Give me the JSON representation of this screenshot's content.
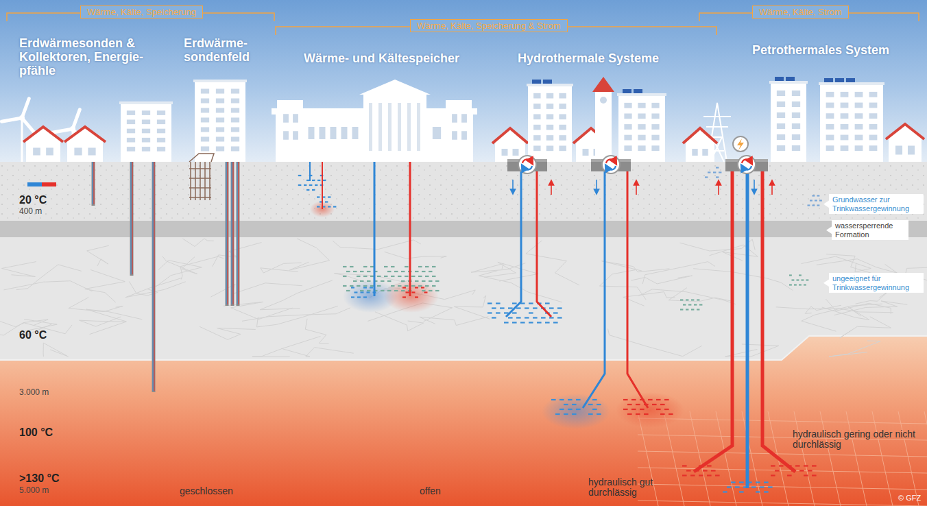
{
  "diagram": {
    "nodes": [
      {
        "text": [
          "Wärme, Kälte, Speicherung"
        ]
      },
      {
        "text": [
          "Wärme, Kälte, Speicherung & Strom"
        ]
      },
      {
        "text": [
          "Wärme, Kälte, Strom"
        ]
      },
      {
        "text": [
          "Grundwasser zur Trinkwassergewinnung"
        ]
      },
      {
        "text": [
          "wassersperrende Formation"
        ]
      },
      {
        "text": [
          "ungeeignet für Trinkwassergewinnung"
        ]
      }
    ],
    "labels": [
      "Erdwärmesonden & Kollektoren, Energie- pfähle",
      "Erdwärme- sondenfeld",
      "Wärme- und Kältespeicher",
      "Hydrothermale Systeme",
      "Petrothermales System",
      "20 °C",
      "400 m",
      "60 °C",
      "3.000 m",
      "100 °C",
      ">130 °C",
      "5.000 m",
      "geschlossen",
      "offen",
      "hydraulisch gut durchlässig",
      "hydraulisch gering oder nicht durchlässig",
      "© GFZ"
    ]
  }
}
